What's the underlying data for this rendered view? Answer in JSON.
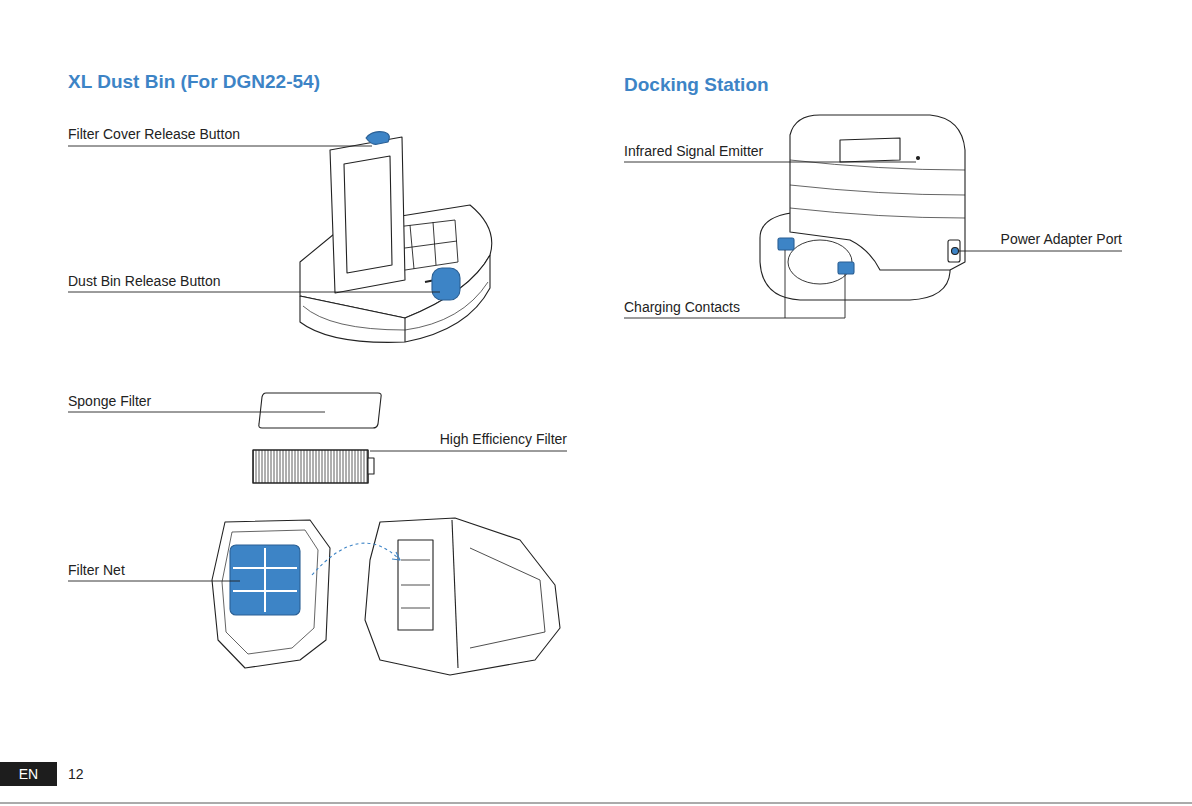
{
  "diagram": {
    "nodes": [
      {
        "text": [
          "EN"
        ]
      }
    ],
    "labels": [
      "XL Dust Bin (For DGN22-54)",
      "Docking Station",
      "Filter Cover Release Button",
      "Dust Bin Release Button",
      "Sponge Filter",
      "High Efficiency Filter",
      "Filter Net",
      "Infrared Signal Emitter",
      "Power Adapter Port",
      "Charging Contacts",
      "12"
    ]
  }
}
